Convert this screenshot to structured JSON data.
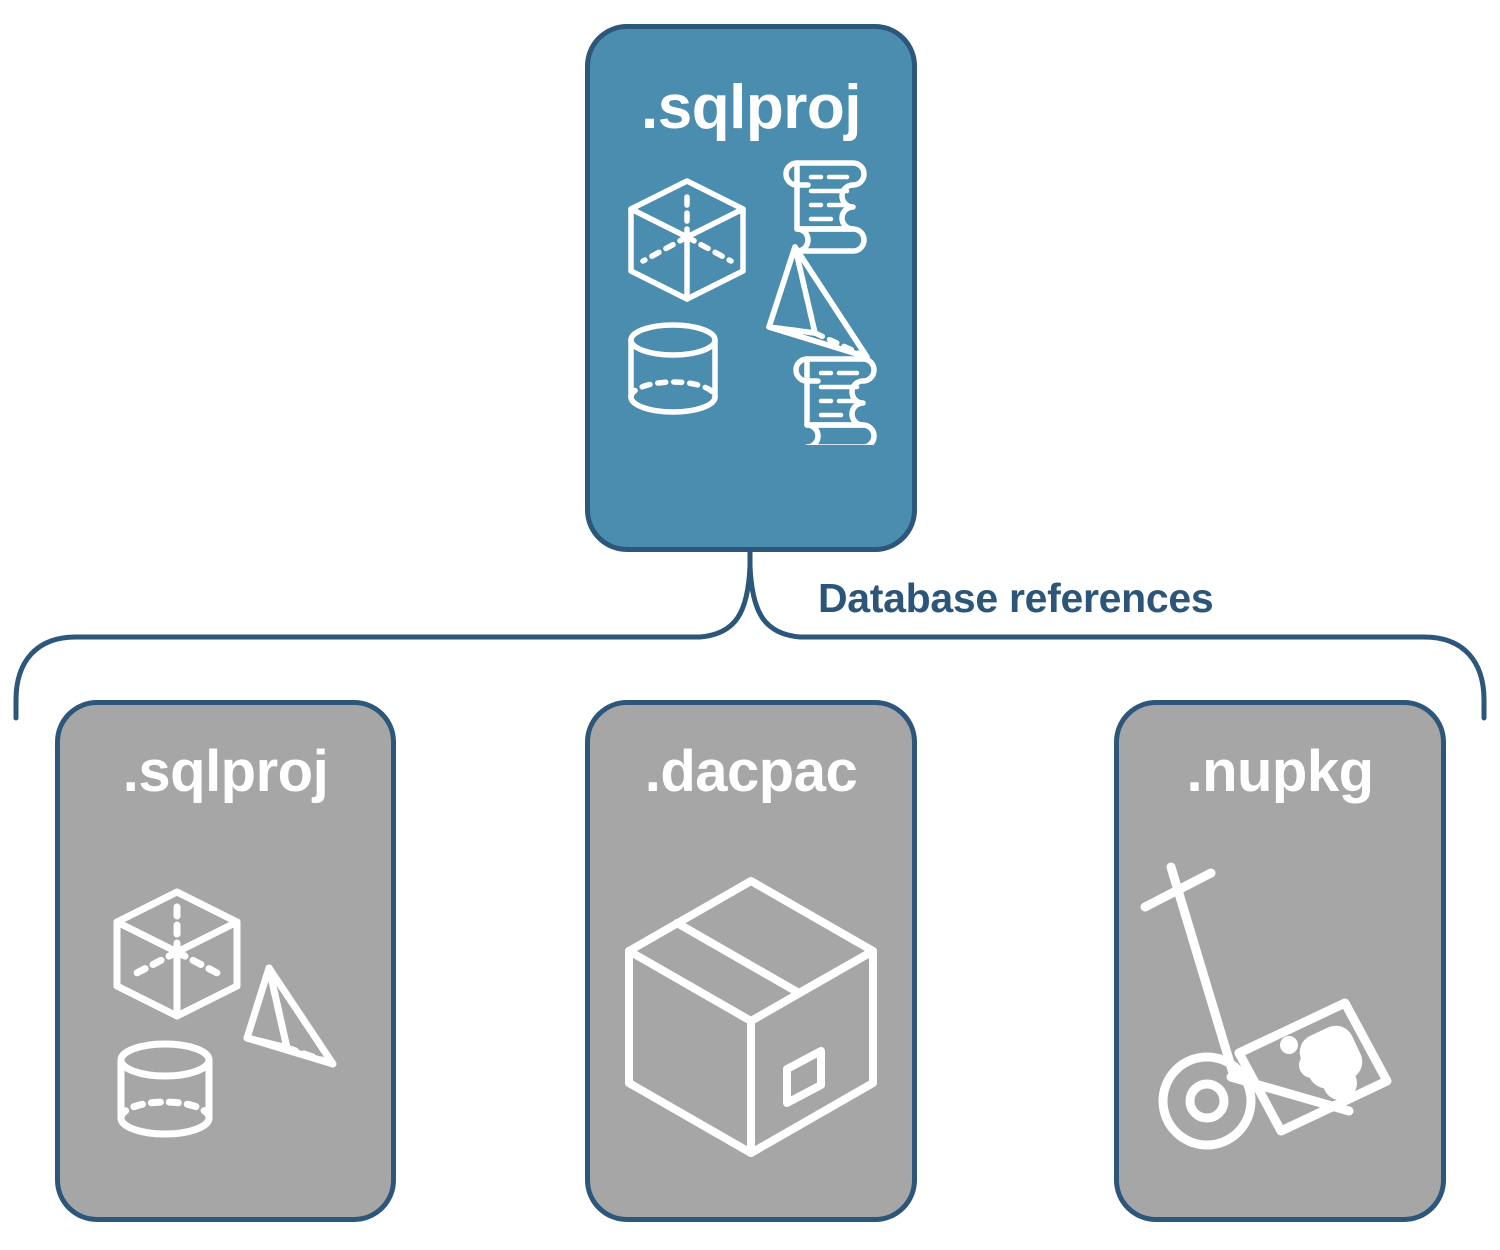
{
  "diagram": {
    "title_text": "Database references",
    "colors": {
      "primary_card": "#4b8dae",
      "secondary_card": "#a6a6a6",
      "border": "#2c567a",
      "label_text": "#2c5679",
      "icon_stroke": "#ffffff",
      "background": "#ffffff"
    },
    "root_node": {
      "label": ".sqlproj",
      "fill": "#4b8dae",
      "icons": [
        "wireframe-cube-icon",
        "scroll-icon",
        "wireframe-pyramid-icon",
        "wireframe-cylinder-icon",
        "scroll-icon"
      ]
    },
    "connector": {
      "label": "Database references",
      "type": "curly-brace"
    },
    "children": [
      {
        "label": ".sqlproj",
        "fill": "#a6a6a6",
        "icons": [
          "wireframe-cube-icon",
          "wireframe-pyramid-icon",
          "wireframe-cylinder-icon"
        ]
      },
      {
        "label": ".dacpac",
        "fill": "#a6a6a6",
        "icons": [
          "package-box-icon"
        ]
      },
      {
        "label": ".nupkg",
        "fill": "#a6a6a6",
        "icons": [
          "hand-truck-package-icon"
        ]
      }
    ]
  }
}
